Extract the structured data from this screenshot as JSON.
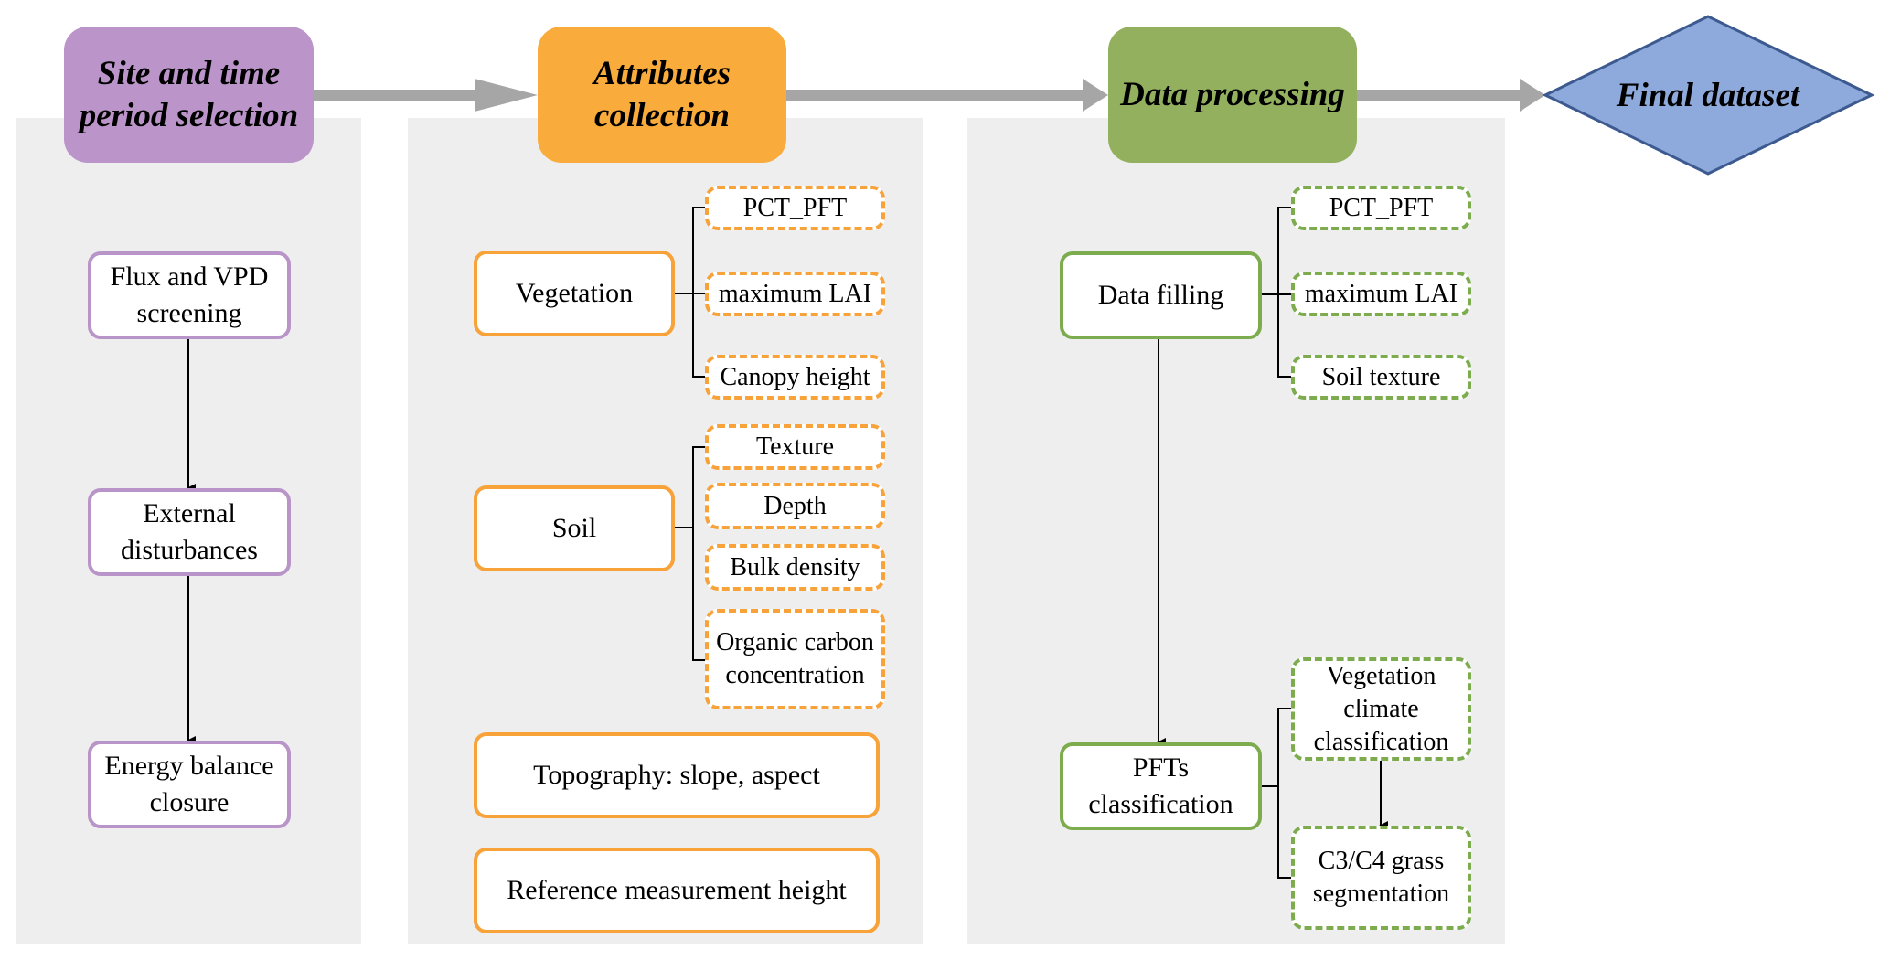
{
  "colors": {
    "site_header": "#bb95c9",
    "attributes_header": "#f9ab3b",
    "processing_header": "#92b05e",
    "final_fill": "#8eaadc",
    "final_border": "#3c5a8f",
    "flow_arrow": "#a6a6a6",
    "panel_bg": "#eeeeee"
  },
  "stages": {
    "site": {
      "title": "Site and time period selection",
      "steps": [
        "Flux and VPD screening",
        "External disturbances",
        "Energy balance closure"
      ]
    },
    "attributes": {
      "title": "Attributes collection",
      "vegetation": {
        "label": "Vegetation",
        "items": [
          "PCT_PFT",
          "maximum LAI",
          "Canopy height"
        ]
      },
      "soil": {
        "label": "Soil",
        "items": [
          "Texture",
          "Depth",
          "Bulk density",
          "Organic carbon concentration"
        ]
      },
      "topography": "Topography: slope, aspect",
      "reference_height": "Reference measurement height"
    },
    "processing": {
      "title": "Data processing",
      "data_filling": {
        "label": "Data filling",
        "items": [
          "PCT_PFT",
          "maximum LAI",
          "Soil texture"
        ]
      },
      "pfts": {
        "label": "PFTs classification",
        "items": [
          "Vegetation climate classification",
          "C3/C4 grass segmentation"
        ]
      }
    },
    "final": {
      "title": "Final dataset"
    }
  }
}
